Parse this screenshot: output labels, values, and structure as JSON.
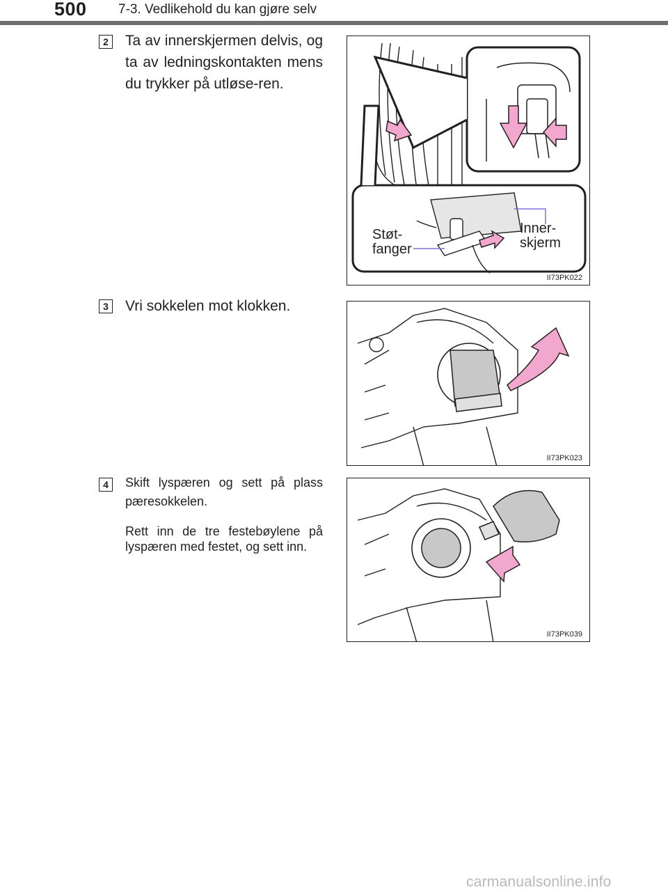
{
  "header": {
    "page_number": "500",
    "section_title": "7-3. Vedlikehold du kan gjøre selv"
  },
  "steps": [
    {
      "number": "2",
      "lines": [
        "Ta av innerskjermen delvis, og ta av ledningskontakten mens du trykker på utløse-ren."
      ],
      "figure": {
        "code": "II73PK022",
        "labels": {
          "bumper": "Støt-\nfanger",
          "inner_fender": "Inner-\nskjerm"
        }
      }
    },
    {
      "number": "3",
      "lines": [
        "Vri sokkelen mot klokken."
      ],
      "figure": {
        "code": "II73PK023"
      }
    },
    {
      "number": "4",
      "lines": [
        "Skift lyspæren og sett på plass pæresokkelen.",
        "Rett inn de tre festebøylene på lyspæren med festet, og sett inn."
      ],
      "figure": {
        "code": "II73PK039"
      }
    }
  ],
  "watermark": "carmanualsonline.info",
  "colors": {
    "arrow_fill": "#f2a7cf",
    "arrow_stroke": "#231f20",
    "callout_line": "#8a6fd6",
    "header_rule": "#6d6e71",
    "bulb_gray": "#c8c8c8"
  },
  "icons": [
    "push-arrow",
    "down-arrow",
    "rotate-counterclockwise-arrow",
    "insert-arrow",
    "callout-line"
  ]
}
